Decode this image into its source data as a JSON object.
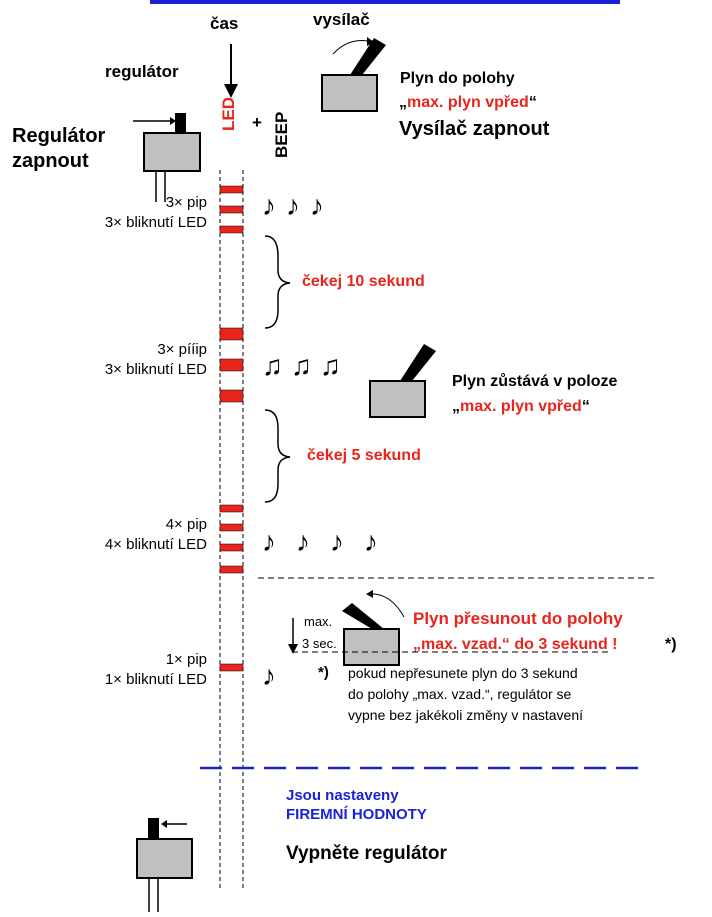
{
  "header": {
    "time_label": "čas",
    "transmitter_label": "vysílač",
    "regulator_label": "regulátor"
  },
  "columns": {
    "led": "LED",
    "plus": "+",
    "beep": "BEEP"
  },
  "steps": {
    "regulator_on": [
      "Regulátor",
      "zapnout"
    ],
    "throttle_max_forward_1": "Plyn do polohy",
    "throttle_max_forward_2_prefix": "„",
    "throttle_max_forward_2_red": "max. plyn vpřed",
    "throttle_max_forward_2_suffix": "“",
    "transmitter_on": "Vysílač zapnout",
    "beep1_a": "3× pip",
    "beep1_b": "3× bliknutí LED",
    "wait1": "čekej  10 sekund",
    "beep2_a": "3× pííip",
    "beep2_b": "3× bliknutí LED",
    "throttle_stays_1": "Plyn zůstává v poloze",
    "throttle_stays_2_prefix": "„",
    "throttle_stays_2_red": "max. plyn vpřed",
    "throttle_stays_2_suffix": "“",
    "wait2": "čekej  5 sekund",
    "beep3_a": "4× pip",
    "beep3_b": "4× bliknutí LED",
    "max_label": "max.",
    "sec_label": "3 sec.",
    "move_throttle_1": "Plyn  přesunout do polohy",
    "move_throttle_2": "„max. vzad.“ do 3 sekund !",
    "asterisk": "*)",
    "beep4_a": "1× pip",
    "beep4_b": "1× bliknutí LED",
    "footnote_mark": "*)",
    "footnote_lines": [
      "pokud nepřesunete plyn do 3 sekund",
      "do polohy „max. vzad.“, regulátor se",
      "vypne bez jakékoli změny v nastavení"
    ],
    "result_1": "Jsou nastaveny",
    "result_2": "FIREMNÍ  HODNOTY",
    "turn_off": "Vypněte regulátor"
  },
  "colors": {
    "accent_red": "#e8251d",
    "accent_blue": "#1b22d6",
    "device_gray": "#c0c0c0"
  }
}
